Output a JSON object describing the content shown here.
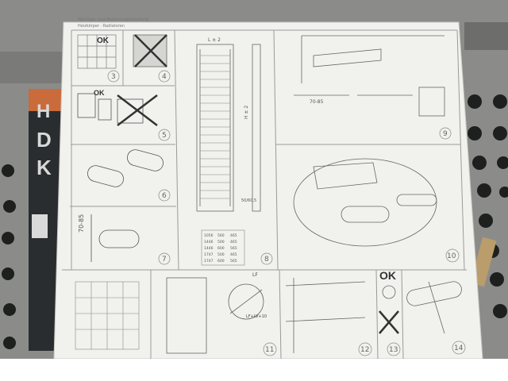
{
  "photo": {
    "background": "#8e8f8c",
    "sheet_color": "#f1f1ee",
    "ink_color": "#555555",
    "box_color": "#2a2d2f"
  },
  "sheet": {
    "header": "Montage- und Bedienungsanleitung",
    "sub_header": "Heizkörper · Radiatoren",
    "panels": [
      {
        "number": "3",
        "mark": "OK"
      },
      {
        "number": "4"
      },
      {
        "number": "5",
        "mark": "OK"
      },
      {
        "number": "6"
      },
      {
        "number": "7",
        "dimension": "70-85"
      },
      {
        "number": "8",
        "dimension_top": "L ± 2",
        "dimension_side": "H ± 2",
        "dimension_bottom": "50/60,5"
      },
      {
        "number": "9",
        "dimension": "70-85"
      },
      {
        "number": "10"
      },
      {
        "number": "11",
        "labels": [
          "LF",
          "LF+LV+10"
        ]
      },
      {
        "number": "12"
      },
      {
        "number": "13",
        "mark": "OK"
      },
      {
        "number": "14"
      }
    ],
    "table_rows": [
      [
        "1056",
        "560",
        "465"
      ],
      [
        "1446",
        "500",
        "465"
      ],
      [
        "1446",
        "600",
        "565"
      ],
      [
        "1747",
        "500",
        "465"
      ],
      [
        "1747",
        "600",
        "565"
      ]
    ]
  },
  "box_text": {
    "line1": "H",
    "line2": "D",
    "line3": "K"
  }
}
